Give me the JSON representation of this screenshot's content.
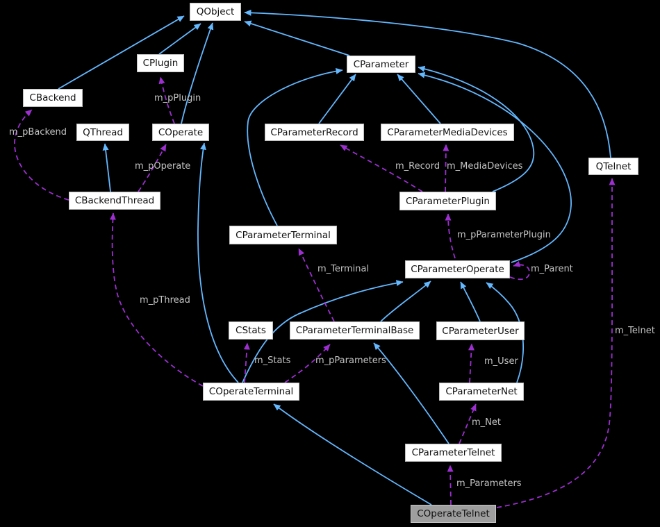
{
  "diagram": {
    "type": "class-collaboration-graph",
    "colors": {
      "background": "#000000",
      "node_fill": "#ffffff",
      "node_border": "#bdbdbd",
      "node_text": "#101010",
      "highlighted_node_fill": "#9e9e9e",
      "inheritance_edge": "#63b8ff",
      "member_edge": "#9d2fd1",
      "edge_label_text": "#c4c4c4"
    },
    "nodes": {
      "qobject": "QObject",
      "cplugin": "CPlugin",
      "cbackend": "CBackend",
      "qthread": "QThread",
      "coperate": "COperate",
      "cbackendthread": "CBackendThread",
      "cparameter": "CParameter",
      "cparameterrecord": "CParameterRecord",
      "cparametermediadevices": "CParameterMediaDevices",
      "qtelnet": "QTelnet",
      "cparameterplugin": "CParameterPlugin",
      "cparameterterminal": "CParameterTerminal",
      "cparameteroperate": "CParameterOperate",
      "cstats": "CStats",
      "cparameterterminalbase": "CParameterTerminalBase",
      "cparameteruser": "CParameterUser",
      "coperateterminal": "COperateTerminal",
      "cparameternet": "CParameterNet",
      "cparametertelnet": "CParameterTelnet",
      "coperatetelnet": "COperateTelnet"
    },
    "highlighted_node": "COperateTelnet",
    "edge_labels": {
      "m_pBackend": "m_pBackend",
      "m_pPlugin": "m_pPlugin",
      "m_pOperate": "m_pOperate",
      "m_Record": "m_Record",
      "m_MediaDevices": "m_MediaDevices",
      "m_pParameterPlugin": "m_pParameterPlugin",
      "m_Parent": "m_Parent",
      "m_Terminal": "m_Terminal",
      "m_pThread": "m_pThread",
      "m_Stats": "m_Stats",
      "m_pParameters": "m_pParameters",
      "m_User": "m_User",
      "m_Net": "m_Net",
      "m_Telnet": "m_Telnet",
      "m_Parameters": "m_Parameters"
    },
    "edges": [
      {
        "from": "CBackend",
        "to": "QObject",
        "type": "inheritance"
      },
      {
        "from": "CPlugin",
        "to": "QObject",
        "type": "inheritance"
      },
      {
        "from": "COperate",
        "to": "QObject",
        "type": "inheritance"
      },
      {
        "from": "CParameter",
        "to": "QObject",
        "type": "inheritance"
      },
      {
        "from": "QTelnet",
        "to": "QObject",
        "type": "inheritance"
      },
      {
        "from": "CBackendThread",
        "to": "QThread",
        "type": "inheritance"
      },
      {
        "from": "CParameterRecord",
        "to": "CParameter",
        "type": "inheritance"
      },
      {
        "from": "CParameterMediaDevices",
        "to": "CParameter",
        "type": "inheritance"
      },
      {
        "from": "CParameterTerminal",
        "to": "CParameter",
        "type": "inheritance"
      },
      {
        "from": "CParameterPlugin",
        "to": "CParameter",
        "type": "inheritance"
      },
      {
        "from": "CParameterOperate",
        "to": "CParameter",
        "type": "inheritance"
      },
      {
        "from": "COperateTerminal",
        "to": "COperate",
        "type": "inheritance"
      },
      {
        "from": "COperateTerminal",
        "to": "CParameterOperate",
        "type": "inheritance"
      },
      {
        "from": "CParameterTerminalBase",
        "to": "CParameterOperate",
        "type": "inheritance"
      },
      {
        "from": "CParameterUser",
        "to": "CParameterOperate",
        "type": "inheritance"
      },
      {
        "from": "CParameterNet",
        "to": "CParameterOperate",
        "type": "inheritance"
      },
      {
        "from": "CParameterTelnet",
        "to": "CParameterTerminalBase",
        "type": "inheritance"
      },
      {
        "from": "COperateTelnet",
        "to": "COperateTerminal",
        "type": "inheritance"
      },
      {
        "from": "CBackendThread",
        "to": "CBackend",
        "type": "member",
        "label": "m_pBackend"
      },
      {
        "from": "COperate",
        "to": "CPlugin",
        "type": "member",
        "label": "m_pPlugin"
      },
      {
        "from": "CBackendThread",
        "to": "COperate",
        "type": "member",
        "label": "m_pOperate"
      },
      {
        "from": "COperateTerminal",
        "to": "CBackendThread",
        "type": "member",
        "label": "m_pThread"
      },
      {
        "from": "CParameterPlugin",
        "to": "CParameterRecord",
        "type": "member",
        "label": "m_Record"
      },
      {
        "from": "CParameterPlugin",
        "to": "CParameterMediaDevices",
        "type": "member",
        "label": "m_MediaDevices"
      },
      {
        "from": "CParameterOperate",
        "to": "CParameterPlugin",
        "type": "member",
        "label": "m_pParameterPlugin"
      },
      {
        "from": "CParameterOperate",
        "to": "CParameterOperate",
        "type": "member",
        "label": "m_Parent"
      },
      {
        "from": "CParameterTerminalBase",
        "to": "CParameterTerminal",
        "type": "member",
        "label": "m_Terminal"
      },
      {
        "from": "COperateTerminal",
        "to": "CStats",
        "type": "member",
        "label": "m_Stats"
      },
      {
        "from": "COperateTerminal",
        "to": "CParameterTerminalBase",
        "type": "member",
        "label": "m_pParameters"
      },
      {
        "from": "CParameterNet",
        "to": "CParameterUser",
        "type": "member",
        "label": "m_User"
      },
      {
        "from": "CParameterTelnet",
        "to": "CParameterNet",
        "type": "member",
        "label": "m_Net"
      },
      {
        "from": "COperateTelnet",
        "to": "QTelnet",
        "type": "member",
        "label": "m_Telnet"
      },
      {
        "from": "COperateTelnet",
        "to": "CParameterTelnet",
        "type": "member",
        "label": "m_Parameters"
      }
    ]
  }
}
